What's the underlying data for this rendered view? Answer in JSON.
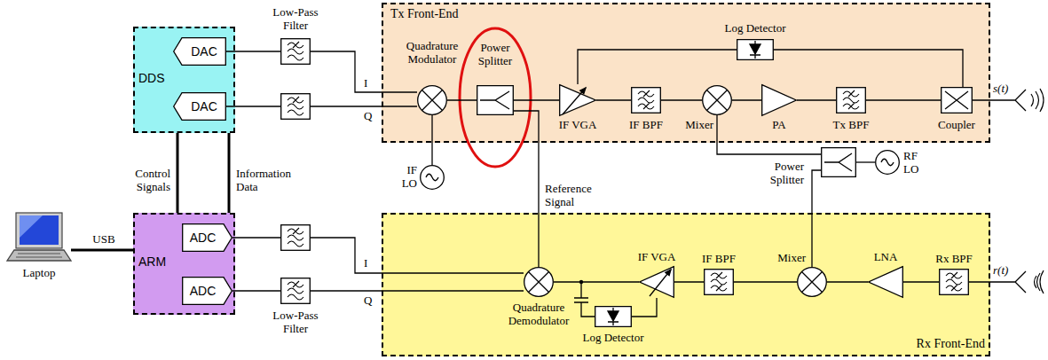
{
  "diagram": {
    "nodes": [
      {
        "text": [
          "DDS"
        ]
      },
      {
        "text": [
          "DAC"
        ],
        "in": 0
      },
      {
        "text": [
          "DAC"
        ],
        "in": 0
      },
      {
        "text": [
          "Low-Pass Filter"
        ]
      },
      {
        "text": [
          "Tx Front-End"
        ]
      },
      {
        "text": [
          "Log Detector"
        ],
        "in": 4
      },
      {
        "text": [
          "Quadrature Modulator"
        ],
        "in": 4
      },
      {
        "text": [
          "Power Splitter"
        ],
        "in": 4
      },
      {
        "text": [
          "IF VGA"
        ],
        "in": 4
      },
      {
        "text": [
          "IF BPF"
        ],
        "in": 4
      },
      {
        "text": [
          "Mixer"
        ],
        "in": 4
      },
      {
        "text": [
          "PA"
        ],
        "in": 4
      },
      {
        "text": [
          "Tx BPF"
        ],
        "in": 4
      },
      {
        "text": [
          "Coupler"
        ],
        "in": 4
      },
      {
        "text": [
          "IF LO"
        ]
      },
      {
        "text": [
          "Power Splitter"
        ]
      },
      {
        "text": [
          "RF LO"
        ]
      },
      {
        "text": [
          "ARM"
        ]
      },
      {
        "text": [
          "ADC"
        ],
        "in": 17
      },
      {
        "text": [
          "ADC"
        ],
        "in": 17
      },
      {
        "text": [
          "Laptop"
        ]
      },
      {
        "text": [
          "Low-Pass Filter"
        ]
      },
      {
        "text": [
          "Rx Front-End"
        ]
      },
      {
        "text": [
          "Quadrature Demodulator"
        ],
        "in": 22
      },
      {
        "text": [
          "Log Detector"
        ],
        "in": 22
      },
      {
        "text": [
          "IF VGA"
        ],
        "in": 22
      },
      {
        "text": [
          "IF BPF"
        ],
        "in": 22
      },
      {
        "text": [
          "Mixer"
        ],
        "in": 22
      },
      {
        "text": [
          "LNA"
        ],
        "in": 22
      },
      {
        "text": [
          "Rx BPF"
        ],
        "in": 22
      }
    ],
    "edges": [
      {
        "from": 1,
        "to": 3,
        "arrow": "none"
      },
      {
        "from": 3,
        "to": 6,
        "arrow": "none"
      },
      {
        "from": 6,
        "to": 7,
        "arrow": "none"
      },
      {
        "from": 14,
        "to": 6,
        "arrow": "none"
      },
      {
        "from": 7,
        "to": 8,
        "arrow": "none"
      },
      {
        "from": 8,
        "to": 9,
        "arrow": "none"
      },
      {
        "from": 9,
        "to": 10,
        "arrow": "none"
      },
      {
        "from": 10,
        "to": 11,
        "arrow": "none"
      },
      {
        "from": 11,
        "to": 12,
        "arrow": "none"
      },
      {
        "from": 12,
        "to": 13,
        "arrow": "none"
      },
      {
        "from": 13,
        "to": 5,
        "arrow": "none"
      },
      {
        "from": 5,
        "to": 8,
        "arrow": "none"
      },
      {
        "from": 7,
        "to": 23,
        "arrow": "none",
        "label": "Reference Signal"
      },
      {
        "from": 15,
        "to": 10,
        "arrow": "none"
      },
      {
        "from": 16,
        "to": 15,
        "arrow": "none"
      },
      {
        "from": 15,
        "to": 27,
        "arrow": "none"
      },
      {
        "from": 0,
        "to": 17,
        "arrow": "none",
        "label": "Control Signals"
      },
      {
        "from": 0,
        "to": 17,
        "arrow": "none",
        "label": "Information Data"
      },
      {
        "from": 20,
        "to": 17,
        "arrow": "none",
        "label": "USB"
      },
      {
        "from": 29,
        "to": 28,
        "arrow": "none"
      },
      {
        "from": 28,
        "to": 27,
        "arrow": "none"
      },
      {
        "from": 27,
        "to": 26,
        "arrow": "none"
      },
      {
        "from": 26,
        "to": 25,
        "arrow": "none"
      },
      {
        "from": 25,
        "to": 23,
        "arrow": "none"
      },
      {
        "from": 24,
        "to": 25,
        "arrow": "none"
      },
      {
        "from": 23,
        "to": 21,
        "arrow": "none"
      },
      {
        "from": 21,
        "to": 19,
        "arrow": "none"
      }
    ],
    "labels": [
      "I",
      "Q",
      "s(t)",
      "I",
      "Q",
      "r(t)"
    ]
  }
}
